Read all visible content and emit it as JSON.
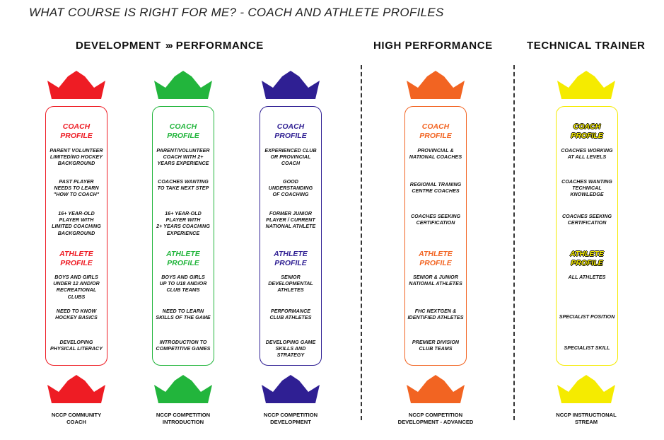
{
  "page": {
    "title": "WHAT COURSE IS RIGHT FOR ME? - COACH AND ATHLETE PROFILES"
  },
  "sections": {
    "development": "DEVELOPMENT",
    "arrow": "›››",
    "performance": "PERFORMANCE",
    "high_performance": "HIGH PERFORMANCE",
    "technical_trainer": "TECHNICAL TRAINER"
  },
  "colors": {
    "red": "#ee1c24",
    "green": "#22b53c",
    "purple": "#2f1f93",
    "orange": "#f26422",
    "yellow": "#f5eb00"
  },
  "columns": [
    {
      "color": "#ee1c24",
      "coach_heading": [
        "COACH",
        "PROFILE"
      ],
      "coach_items": [
        "PARENT VOLUNTEER\nLIMITED/NO HOCKEY\nBACKGROUND",
        "PAST PLAYER\nNEEDS TO LEARN\n\"HOW TO COACH\"",
        "16+ YEAR-OLD\nPLAYER WITH\nLIMITED COACHING\nBACKGROUND"
      ],
      "athlete_heading": [
        "ATHLETE",
        "PROFILE"
      ],
      "athlete_items": [
        "BOYS AND GIRLS\nUNDER 12 AND/OR\nRECREATIONAL CLUBS",
        "NEED TO KNOW\nHOCKEY BASICS",
        "DEVELOPING\nPHYSICAL LITERACY"
      ],
      "course": "NCCP COMMUNITY\nCOACH"
    },
    {
      "color": "#22b53c",
      "coach_heading": [
        "COACH",
        "PROFILE"
      ],
      "coach_items": [
        "PARENT/VOLUNTEER\nCOACH WITH 2+\nYEARS EXPERIENCE",
        "COACHES WANTING\nTO TAKE NEXT STEP",
        "16+ YEAR-OLD\nPLAYER WITH\n2+ YEARS COACHING\nEXPERIENCE"
      ],
      "athlete_heading": [
        "ATHLETE",
        "PROFILE"
      ],
      "athlete_items": [
        "BOYS AND GIRLS\nUP TO U18 AND/OR\nCLUB TEAMS",
        "NEED TO LEARN\nSKILLS OF THE GAME",
        "INTRODUCTION TO\nCOMPETITIVE GAMES"
      ],
      "course": "NCCP COMPETITION\nINTRODUCTION"
    },
    {
      "color": "#2f1f93",
      "coach_heading": [
        "COACH",
        "PROFILE"
      ],
      "coach_items": [
        "EXPERIENCED CLUB\nOR PROVINCIAL\nCOACH",
        "GOOD\nUNDERSTANDING\nOF COACHING",
        "FORMER JUNIOR\nPLAYER / CURRENT\nNATIONAL ATHLETE"
      ],
      "athlete_heading": [
        "ATHLETE",
        "PROFILE"
      ],
      "athlete_items": [
        "SENIOR\nDEVELOPMENTAL\nATHLETES",
        "PERFORMANCE\nCLUB ATHLETES",
        "DEVELOPING GAME\nSKILLS AND STRATEGY"
      ],
      "course": "NCCP COMPETITION\nDEVELOPMENT"
    },
    {
      "color": "#f26422",
      "coach_heading": [
        "COACH",
        "PROFILE"
      ],
      "coach_items": [
        "PROVINCIAL &\nNATIONAL COACHES",
        "REGIONAL TRANING\nCENTRE COACHES",
        "COACHES SEEKING\nCERTIFICATION"
      ],
      "athlete_heading": [
        "ATHLETE",
        "PROFILE"
      ],
      "athlete_items": [
        "SENIOR & JUNIOR\nNATIONAL ATHLETES",
        "FHC NEXTGEN &\nIDENTIFIED ATHLETES",
        "PREMIER DIVISION\nCLUB TEAMS"
      ],
      "course": "NCCP COMPETITION\nDEVELOPMENT - ADVANCED"
    },
    {
      "color": "#f5eb00",
      "coach_heading": [
        "COACH",
        "PROFILE"
      ],
      "coach_items": [
        "COACHES WORKING\nAT ALL LEVELS",
        "COACHES WANTING\nTECHNICAL\nKNOWLEDGE",
        "COACHES SEEKING\nCERTIFICATION"
      ],
      "athlete_heading": [
        "ATHLETE",
        "PROFILE"
      ],
      "athlete_items": [
        "ALL ATHLETES",
        "SPECIALIST POSITION",
        "SPECIALIST SKILL"
      ],
      "course": "NCCP INSTRUCTIONAL\nSTREAM"
    }
  ]
}
